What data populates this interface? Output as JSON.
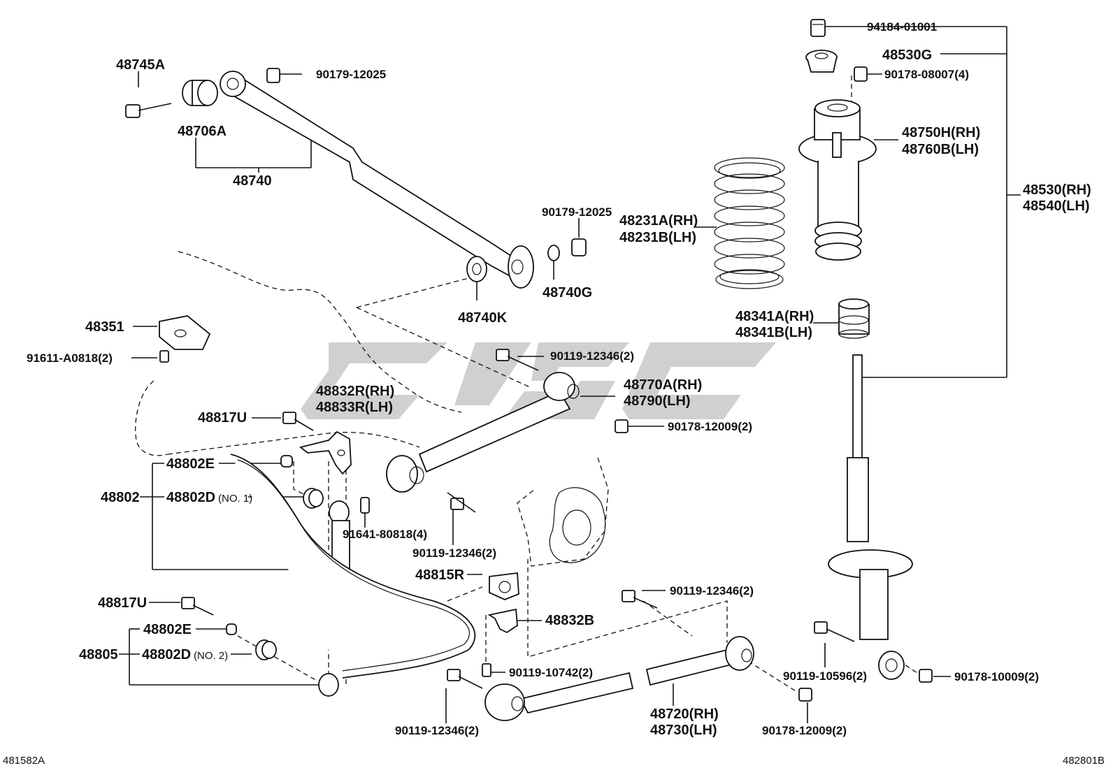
{
  "labels": {
    "p94184": "94184-01001",
    "p48530G": "48530G",
    "p90178_08007": "90178-08007(4)",
    "p48750H": "48750H(RH)",
    "p48760B": "48760B(LH)",
    "p48530": "48530(RH)",
    "p48540": "48540(LH)",
    "p48231A": "48231A(RH)",
    "p48231B": "48231B(LH)",
    "p48341A": "48341A(RH)",
    "p48341B": "48341B(LH)",
    "p48745A": "48745A",
    "p90179_12025a": "90179-12025",
    "p48706A": "48706A",
    "p48740": "48740",
    "p90179_12025b": "90179-12025",
    "p48740G": "48740G",
    "p48740K": "48740K",
    "p48351": "48351",
    "p91611": "91611-A0818(2)",
    "p90119_12346a": "90119-12346(2)",
    "p48770A": "48770A(RH)",
    "p48790": "48790(LH)",
    "p90178_12009a": "90178-12009(2)",
    "p48832R": "48832R(RH)",
    "p48833R": "48833R(LH)",
    "p48817U_a": "48817U",
    "p48802E_a": "48802E",
    "p48802": "48802",
    "p48802D_a": "48802D",
    "no1": "(NO. 1)",
    "p91641": "91641-80818(4)",
    "p90119_12346b": "90119-12346(2)",
    "p48815R": "48815R",
    "p90119_12346c": "90119-12346(2)",
    "p48832B": "48832B",
    "p48817U_b": "48817U",
    "p48802E_b": "48802E",
    "p48805": "48805",
    "p48802D_b": "48802D",
    "no2": "(NO. 2)",
    "p90119_10742": "90119-10742(2)",
    "p90119_10596": "90119-10596(2)",
    "p90178_10009": "90178-10009(2)",
    "p48720": "48720(RH)",
    "p48730": "48730(LH)",
    "p90119_12346d": "90119-12346(2)",
    "p90178_12009b": "90178-12009(2)",
    "code_left": "481582A",
    "code_right": "482801B"
  }
}
